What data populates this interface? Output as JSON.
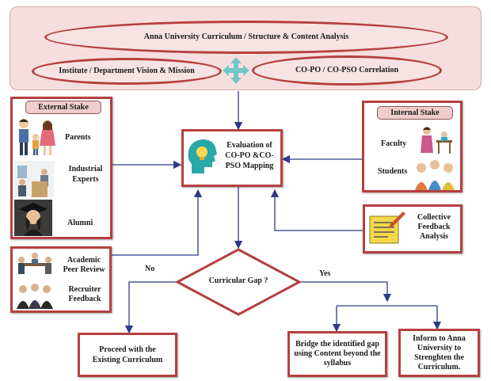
{
  "top": {
    "title": "Anna University Curriculum / Structure & Content Analysis",
    "vision": "Institute /  Department Vision & Mission",
    "correlation": "CO-PO / CO-PSO Correlation"
  },
  "external": {
    "header": "External Stake",
    "parents": "Parents",
    "industrial_experts": "Industrial Experts",
    "alumni": "Alumni"
  },
  "internal": {
    "header": "Internal Stake",
    "faculty": "Faculty",
    "students": "Students"
  },
  "center": {
    "evaluation": "Evaluation of CO-PO &CO-PSO Mapping"
  },
  "collective": "Collective Feedback Analysis",
  "peer": {
    "academic": "Academic Peer Review",
    "recruiter": "Recruiter Feedback"
  },
  "decision": {
    "question": "Curricular Gap ?",
    "no": "No",
    "yes": "Yes"
  },
  "outcomes": {
    "proceed": "Proceed with the Existing Curriculum",
    "bridge": "Bridge the identified gap using Content beyond the syllabus",
    "inform": "Inform to Anna University to Strenghten the Curriculum."
  },
  "colors": {
    "border": "#b5403f",
    "top_panel": "#f7dede",
    "arrow": "#2e3a87",
    "connector": "#6fc7c7"
  }
}
